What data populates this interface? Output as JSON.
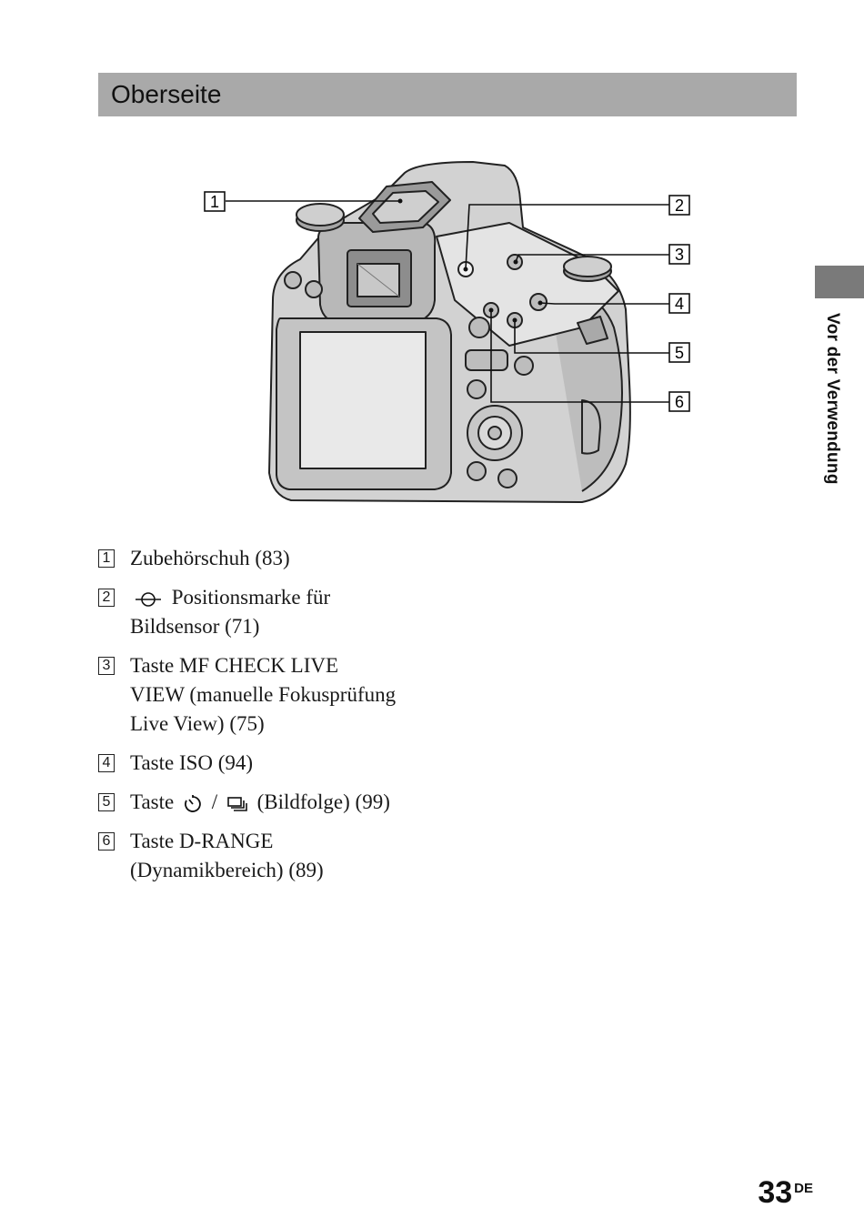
{
  "header": {
    "title": "Oberseite"
  },
  "side_tab": {
    "label": "Vor der Verwendung"
  },
  "figure": {
    "callout_numbers": [
      "1",
      "2",
      "3",
      "4",
      "5",
      "6"
    ]
  },
  "callouts": [
    {
      "number": "1",
      "lines": [
        "Zubehörschuh (83)"
      ]
    },
    {
      "number": "2",
      "icon": "image-sensor-mark-icon",
      "lines": [
        "Positionsmarke für",
        "Bildsensor (71)"
      ]
    },
    {
      "number": "3",
      "lines": [
        "Taste MF CHECK LIVE",
        "VIEW (manuelle Fokusprüfung",
        "Live View) (75)"
      ]
    },
    {
      "number": "4",
      "lines": [
        "Taste ISO (94)"
      ]
    },
    {
      "number": "5",
      "prefix": "Taste",
      "icons": [
        "self-timer-icon",
        "continuous-shot-icon"
      ],
      "separator": "/",
      "suffix": "(Bildfolge) (99)"
    },
    {
      "number": "6",
      "lines": [
        "Taste D-RANGE",
        "(Dynamikbereich) (89)"
      ]
    }
  ],
  "footer": {
    "page_number": "33",
    "page_suffix": "DE"
  }
}
